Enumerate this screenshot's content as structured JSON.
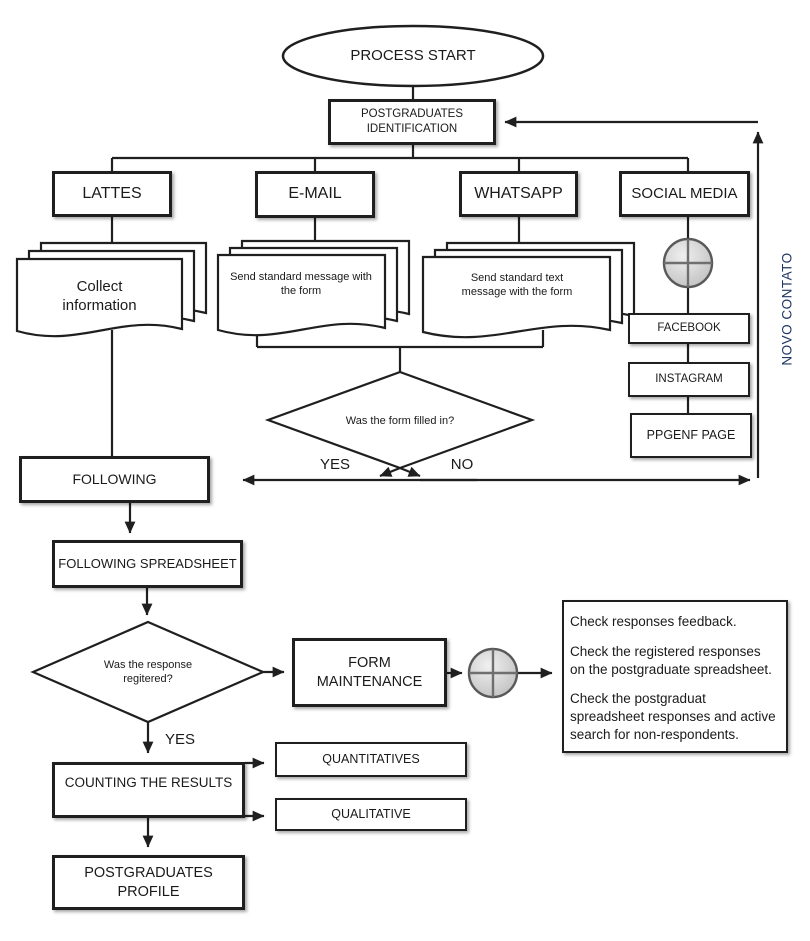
{
  "diagram": {
    "title_node": "PROCESS START",
    "identification": "POSTGRADUATES IDENTIFICATION",
    "channels": {
      "lattes": "LATTES",
      "email": "E-MAIL",
      "whatsapp": "WHATSAPP",
      "social_media": "SOCIAL MEDIA"
    },
    "documents": {
      "lattes_doc": "Collect information",
      "email_doc": "Send standard message with the form",
      "whatsapp_doc": "Send standard text message with the form"
    },
    "social_pages": {
      "facebook": "FACEBOOK",
      "instagram": "INSTAGRAM",
      "ppgenf": "PPGENF PAGE"
    },
    "new_contact_label": "NOVO CONTATO",
    "decision_form": {
      "question": "Was the form filled in?",
      "yes": "YES",
      "no": "NO"
    },
    "following": "FOLLOWING",
    "following_spreadsheet": "FOLLOWING SPREADSHEET",
    "decision_response": {
      "question": "Was the response regitered?",
      "yes": "YES"
    },
    "form_maintenance": "FORM MAINTENANCE",
    "check_notes": {
      "p1": "Check responses feedback.",
      "p2": "Check the registered responses on the postgraduate spreadsheet.",
      "p3": "Check the postgraduat spreadsheet responses and active search for non-respondents."
    },
    "counting": "COUNTING THE RESULTS",
    "quantitatives": "QUANTITATIVES",
    "qualitative": "QUALITATIVE",
    "profile": "POSTGRADUATES PROFILE",
    "colors": {
      "line": "#1f1f1f",
      "novo_contato_text": "#1f3864",
      "connector_fill_light": "#f0f0f0",
      "connector_fill_dark": "#bfbfbf"
    }
  }
}
